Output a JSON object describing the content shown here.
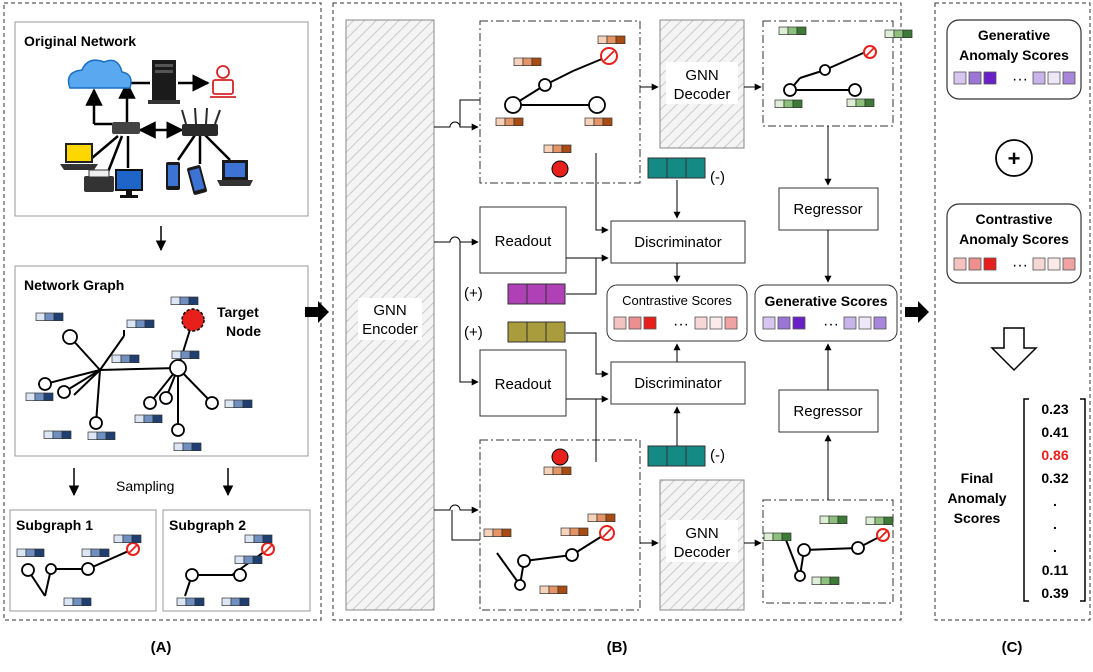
{
  "panel_a": {
    "label": "(A)",
    "original_network_title": "Original Network",
    "network_graph_title": "Network Graph",
    "target_node_label_1": "Target",
    "target_node_label_2": "Node",
    "sampling_label": "Sampling",
    "subgraph1_title": "Subgraph 1",
    "subgraph2_title": "Subgraph 2"
  },
  "panel_b": {
    "label": "(B)",
    "gnn_encoder_1": "GNN",
    "gnn_encoder_2": "Encoder",
    "gnn_decoder_1": "GNN",
    "gnn_decoder_2": "Decoder",
    "readout": "Readout",
    "discriminator": "Discriminator",
    "regressor": "Regressor",
    "contrastive_scores": "Contrastive Scores",
    "generative_scores": "Generative Scores",
    "positive_label": "(+)",
    "negative_label": "(-)",
    "ellipsis": "···"
  },
  "panel_c": {
    "label": "(C)",
    "generative_title_1": "Generative",
    "generative_title_2": "Anomaly Scores",
    "contrastive_title_1": "Contrastive",
    "contrastive_title_2": "Anomaly Scores",
    "plus": "+",
    "final_1": "Final",
    "final_2": "Anomaly",
    "final_3": "Scores",
    "scores": [
      "0.23",
      "0.41",
      "0.86",
      "0.32",
      ".",
      ".",
      ".",
      "0.11",
      "0.39"
    ],
    "highlight_score_color": "#e8201c"
  },
  "colors": {
    "blue_dark": "#1f3f73",
    "blue_mid": "#6f8fc0",
    "blue_light": "#dbe5f3",
    "orange_dark": "#a84c14",
    "orange_mid": "#e59466",
    "orange_light": "#f6d2bb",
    "green_dark": "#3d7a35",
    "green_mid": "#8ec07d",
    "green_light": "#dcefd4",
    "teal": "#138a84",
    "magenta": "#b040b5",
    "olive": "#a89c3c",
    "red_node": "#e8201c",
    "purple_scores": [
      "#d7c6ef",
      "#9b76d6",
      "#6a20c8",
      "#c8b3ea",
      "#eee7f8",
      "#a886db"
    ],
    "red_scores": [
      "#f5c2c2",
      "#ee8f8f",
      "#e8201c",
      "#f7d6d6",
      "#fbeaea",
      "#f0a3a3"
    ]
  }
}
